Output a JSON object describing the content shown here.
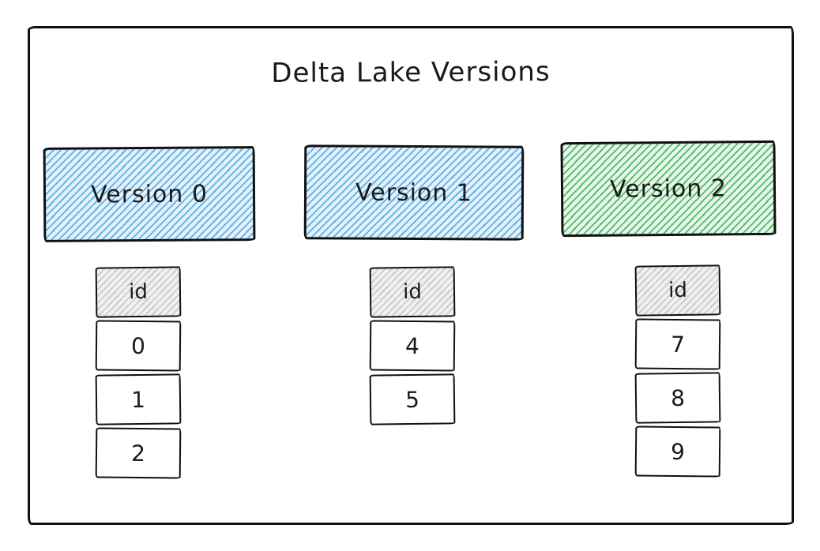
{
  "diagram": {
    "title": "Delta Lake Versions",
    "id_header": {
      "line_color": "#c7c7c7",
      "bg_color": "#f0f0f0"
    },
    "border_color": "#111111",
    "columns": [
      {
        "label": "Version 0",
        "theme": "blue",
        "line_color": "#5fb0e3",
        "bg_color": "#e3f1fa",
        "header": "id",
        "rows": [
          "0",
          "1",
          "2"
        ]
      },
      {
        "label": "Version 1",
        "theme": "blue",
        "line_color": "#5fb0e3",
        "bg_color": "#e3f1fa",
        "header": "id",
        "rows": [
          "4",
          "5"
        ]
      },
      {
        "label": "Version 2",
        "theme": "green",
        "line_color": "#53b96a",
        "bg_color": "#e6f6e9",
        "header": "id",
        "rows": [
          "7",
          "8",
          "9"
        ]
      }
    ]
  }
}
